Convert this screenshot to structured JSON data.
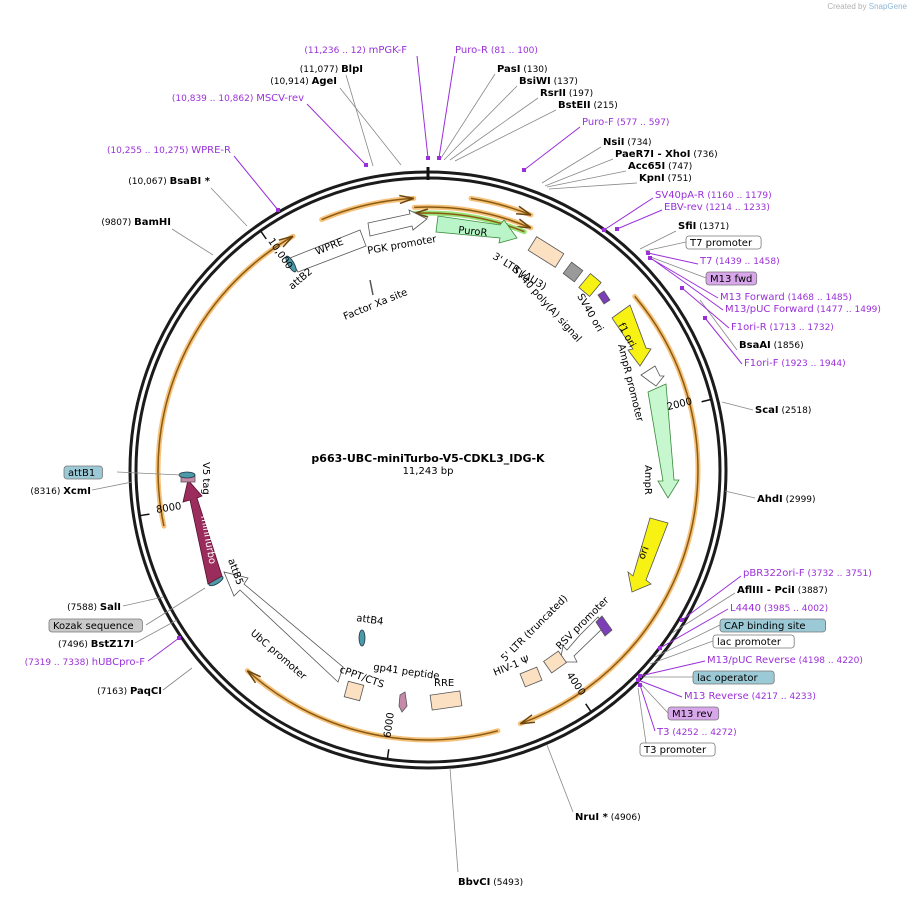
{
  "credit": {
    "prefix": "Created by",
    "brand": "SnapGene"
  },
  "plasmid": {
    "name": "p663-UBC-miniTurbo-V5-CDKL3_IDG-K",
    "length": "11,243 bp"
  },
  "ticks": [
    "2000",
    "4000",
    "6000",
    "8000",
    "10,000"
  ],
  "enzymes": [
    {
      "name": "BlpI",
      "pos": "(11,077)"
    },
    {
      "name": "AgeI",
      "pos": "(10,914)"
    },
    {
      "name": "PasI",
      "pos": "(130)"
    },
    {
      "name": "BsiWI",
      "pos": "(137)"
    },
    {
      "name": "RsrII",
      "pos": "(197)"
    },
    {
      "name": "BstEII",
      "pos": "(215)"
    },
    {
      "name": "NsiI",
      "pos": "(734)"
    },
    {
      "name": "PaeR7I",
      "extra": "- XhoI",
      "pos": "(736)"
    },
    {
      "name": "Acc65I",
      "pos": "(747)"
    },
    {
      "name": "KpnI",
      "pos": "(751)"
    },
    {
      "name": "SfiI",
      "pos": "(1371)"
    },
    {
      "name": "BsaAI",
      "pos": "(1856)"
    },
    {
      "name": "ScaI",
      "pos": "(2518)"
    },
    {
      "name": "AhdI",
      "pos": "(2999)"
    },
    {
      "name": "AflIII",
      "extra": "- PciI",
      "pos": "(3887)"
    },
    {
      "name": "NruI *",
      "pos": "(4906)"
    },
    {
      "name": "BbvCI",
      "pos": "(5493)"
    },
    {
      "name": "PaqCI",
      "pos": "(7163)"
    },
    {
      "name": "BstZ17I",
      "pos": "(7496)"
    },
    {
      "name": "SalI",
      "pos": "(7588)"
    },
    {
      "name": "XcmI",
      "pos": "(8316)"
    },
    {
      "name": "BamHI",
      "pos": "(9807)"
    },
    {
      "name": "BsaBI *",
      "pos": "(10,067)"
    }
  ],
  "primers": [
    {
      "name": "mPGK-F",
      "range": "(11,236 .. 12)"
    },
    {
      "name": "Puro-R",
      "range": "(81 .. 100)"
    },
    {
      "name": "MSCV-rev",
      "range": "(10,839 .. 10,862)"
    },
    {
      "name": "Puro-F",
      "range": "(577 .. 597)"
    },
    {
      "name": "WPRE-R",
      "range": "(10,255 .. 10,275)"
    },
    {
      "name": "SV40pA-R",
      "range": "(1160 .. 1179)"
    },
    {
      "name": "EBV-rev",
      "range": "(1214 .. 1233)"
    },
    {
      "name": "T7",
      "range": "(1439 .. 1458)"
    },
    {
      "name": "M13 Forward",
      "range": "(1468 .. 1485)"
    },
    {
      "name": "M13/pUC Forward",
      "range": "(1477 .. 1499)"
    },
    {
      "name": "F1ori-R",
      "range": "(1713 .. 1732)"
    },
    {
      "name": "F1ori-F",
      "range": "(1923 .. 1944)"
    },
    {
      "name": "pBR322ori-F",
      "range": "(3732 .. 3751)"
    },
    {
      "name": "L4440",
      "range": "(3985 .. 4002)"
    },
    {
      "name": "M13/pUC Reverse",
      "range": "(4198 .. 4220)"
    },
    {
      "name": "M13 Reverse",
      "range": "(4217 .. 4233)"
    },
    {
      "name": "T3",
      "range": "(4252 .. 4272)"
    },
    {
      "name": "hUBCpro-F",
      "range": "(7319 .. 7338)"
    }
  ],
  "boxes": [
    {
      "name": "T7 promoter",
      "style": "white"
    },
    {
      "name": "M13 fwd",
      "style": "purple"
    },
    {
      "name": "CAP binding site",
      "style": "teal"
    },
    {
      "name": "lac promoter",
      "style": "white"
    },
    {
      "name": "lac operator",
      "style": "teal"
    },
    {
      "name": "M13 rev",
      "style": "purple"
    },
    {
      "name": "T3 promoter",
      "style": "white"
    },
    {
      "name": "attB1",
      "style": "teal"
    },
    {
      "name": "Kozak sequence",
      "style": "grey"
    }
  ],
  "features": {
    "wpre": "WPRE",
    "pgk": "PGK promoter",
    "puror": "PuroR",
    "ltr3": "3' LTR (ΔU3)",
    "sv40pa": "SV40 poly(A) signal",
    "sv40ori": "SV40 ori",
    "attb2": "attB2",
    "factorxa": "Factor Xa site",
    "f1ori": "f1 ori",
    "ampr_prom": "AmpR promoter",
    "ampr": "AmpR",
    "ori": "ori",
    "v5tag": "V5 tag",
    "miniturbo": "miniTurbo",
    "attb5": "attB5",
    "attb4": "attB4",
    "ubc": "UbC promoter",
    "cppt": "cPPT/CTS",
    "gp41": "gp41 peptide",
    "rre": "RRE",
    "rsv": "RSV promoter",
    "ltr5": "5' LTR (truncated)",
    "hiv": "HIV-1 Ψ"
  },
  "colors": {
    "enzyme": "#000000",
    "primer": "#9b30d9",
    "orf": "#f2a33a",
    "puror": "#b9f5c8",
    "ampr": "#c6f7cf",
    "yellow": "#f7f213",
    "miniturbo": "#9a2d5c",
    "tan": "#fbe0c2",
    "teal": "#9cc9d6",
    "purple_box": "#d8a6ea",
    "grey_box": "#c9c9c9"
  }
}
